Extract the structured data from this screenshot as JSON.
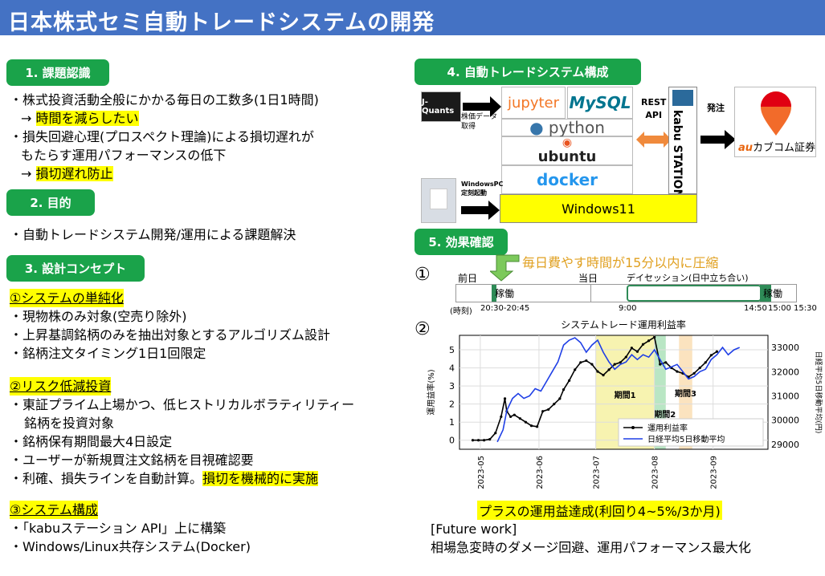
{
  "title": "日本株式セミ自動トレードシステムの開発",
  "sections": {
    "s1": "1. 課題認識",
    "s2": "2. 目的",
    "s3": "3. 設計コンセプト",
    "s4": "4. 自動トレードシステム構成",
    "s5": "5. 効果確認"
  },
  "issues": {
    "l1": "・株式投資活動全般にかかる毎日の工数多(1日1時間)",
    "l2_arrow": "→ ",
    "l2_hl": "時間を減らしたい",
    "l3": "・損失回避心理(プロスペクト理論)による損切遅れが",
    "l4": "もたらす運用パフォーマンスの低下",
    "l5_arrow": "→ ",
    "l5_hl": "損切遅れ防止"
  },
  "purpose": "・自動トレードシステム開発/運用による課題解決",
  "concept": {
    "c1_title": "①システムの単純化",
    "c1_items": [
      "・現物株のみ対象(空売り除外)",
      "・上昇基調銘柄のみを抽出対象とするアルゴリズム設計",
      "・銘柄注文タイミング1日1回限定"
    ],
    "c2_title": "②リスク低減投資",
    "c2_items": [
      "・東証プライム上場かつ、低ヒストリカルボラティリティー",
      "銘柄を投資対象",
      "・銘柄保有期間最大4日設定",
      "・ユーザーが新規買注文銘柄を目視確認要"
    ],
    "c2_last_pre": "・利確、損失ラインを自動計算。",
    "c2_last_hl": "損切を機械的に実施",
    "c3_title": "③システム構成",
    "c3_items": [
      "・「kabuステーション API」上に構築",
      "・Windows/Linux共存システム(Docker)"
    ]
  },
  "architecture": {
    "jquants": "J-Quants",
    "price_data": "株価データ",
    "fetch": "取得",
    "jupyter": "jupyter",
    "mysql": "MySQL",
    "python": "python",
    "ubuntu": "ubuntu",
    "docker": "docker",
    "windows": "Windows11",
    "rest": "REST",
    "api": "API",
    "kabu": "kabu STATION",
    "order": "発注",
    "au": "au",
    "broker": "カブコム証券",
    "winpc1": "WindowsPC",
    "winpc2": "定刻起動"
  },
  "effect": {
    "circle1": "①",
    "circle2": "②",
    "compress": "毎日費やす時間が15分以内に圧縮",
    "prev_day": "前日",
    "today": "当日",
    "day_session": "デイセッション(日中立ち合い)",
    "active1": "稼働",
    "active2": "稼働",
    "time_label": "(時刻)",
    "t1": "20:30-20:45",
    "t2": "9:00",
    "t3": "14:50",
    "t4": "15:00",
    "t5": "15:30",
    "result": "プラスの運用益達成(利回り4~5%/3か月)"
  },
  "future": {
    "title": "[Future work]",
    "text": "相場急変時のダメージ回避、運用パフォーマンス最大化"
  },
  "chart_data": {
    "type": "line",
    "title": "システムトレード運用利益率",
    "ylabel": "運用益率(%)",
    "y2label": "日経平均5日移動平均(円)",
    "ylim": [
      -0.5,
      5.8
    ],
    "y2lim": [
      28800,
      33500
    ],
    "yticks": [
      0,
      1,
      2,
      3,
      4,
      5
    ],
    "y2ticks": [
      29000,
      30000,
      31000,
      32000,
      33000
    ],
    "xlim": [
      "2023-04-20",
      "2023-09-30"
    ],
    "xticks": [
      "2023-05",
      "2023-06",
      "2023-07",
      "2023-08",
      "2023-09"
    ],
    "legend": [
      "運用利益率",
      "日経平均5日移動平均"
    ],
    "legend_position": "lower-right",
    "periods": [
      {
        "label": "期間1",
        "start": "2023-07-01",
        "end": "2023-08-01",
        "color": "#f7f3b0"
      },
      {
        "label": "期間2",
        "start": "2023-08-01",
        "end": "2023-08-07",
        "color": "#b9e6c4"
      },
      {
        "label": "期間3",
        "start": "2023-08-14",
        "end": "2023-08-21",
        "color": "#fbe3bf"
      }
    ],
    "series": [
      {
        "name": "運用利益率",
        "color": "#000000",
        "axis": "left",
        "marker": true,
        "points": [
          [
            "2023-04-27",
            0
          ],
          [
            "2023-04-30",
            0
          ],
          [
            "2023-05-03",
            0
          ],
          [
            "2023-05-06",
            0.05
          ],
          [
            "2023-05-09",
            0.4
          ],
          [
            "2023-05-12",
            1.3
          ],
          [
            "2023-05-14",
            2.3
          ],
          [
            "2023-05-15",
            1.6
          ],
          [
            "2023-05-17",
            1.3
          ],
          [
            "2023-05-19",
            1.4
          ],
          [
            "2023-05-22",
            1.2
          ],
          [
            "2023-05-25",
            1.0
          ],
          [
            "2023-05-28",
            0.8
          ],
          [
            "2023-05-31",
            0.75
          ],
          [
            "2023-06-03",
            1.6
          ],
          [
            "2023-06-06",
            1.7
          ],
          [
            "2023-06-09",
            2.0
          ],
          [
            "2023-06-12",
            2.3
          ],
          [
            "2023-06-14",
            2.8
          ],
          [
            "2023-06-17",
            3.3
          ],
          [
            "2023-06-20",
            3.9
          ],
          [
            "2023-06-23",
            4.3
          ],
          [
            "2023-06-26",
            4.4
          ],
          [
            "2023-06-29",
            4.2
          ],
          [
            "2023-07-02",
            3.8
          ],
          [
            "2023-07-05",
            3.6
          ],
          [
            "2023-07-08",
            3.9
          ],
          [
            "2023-07-11",
            4.2
          ],
          [
            "2023-07-14",
            4.3
          ],
          [
            "2023-07-17",
            4.6
          ],
          [
            "2023-07-20",
            5.1
          ],
          [
            "2023-07-23",
            4.9
          ],
          [
            "2023-07-26",
            5.3
          ],
          [
            "2023-07-29",
            5.5
          ],
          [
            "2023-08-01",
            5.7
          ],
          [
            "2023-08-04",
            4.2
          ],
          [
            "2023-08-07",
            4.3
          ],
          [
            "2023-08-10",
            4.0
          ],
          [
            "2023-08-13",
            3.8
          ],
          [
            "2023-08-16",
            3.7
          ],
          [
            "2023-08-19",
            3.5
          ],
          [
            "2023-08-22",
            3.7
          ],
          [
            "2023-08-25",
            4.0
          ],
          [
            "2023-08-28",
            4.3
          ],
          [
            "2023-08-31",
            4.7
          ],
          [
            "2023-09-03",
            4.9
          ]
        ]
      },
      {
        "name": "日経平均5日移動平均",
        "color": "#1f3fe6",
        "axis": "right",
        "marker": false,
        "points": [
          [
            "2023-05-10",
            29100
          ],
          [
            "2023-05-13",
            29600
          ],
          [
            "2023-05-15",
            30400
          ],
          [
            "2023-05-18",
            30900
          ],
          [
            "2023-05-21",
            31100
          ],
          [
            "2023-05-24",
            30900
          ],
          [
            "2023-05-27",
            31000
          ],
          [
            "2023-05-30",
            31300
          ],
          [
            "2023-06-02",
            31200
          ],
          [
            "2023-06-05",
            31600
          ],
          [
            "2023-06-08",
            32000
          ],
          [
            "2023-06-11",
            32400
          ],
          [
            "2023-06-14",
            33100
          ],
          [
            "2023-06-17",
            33300
          ],
          [
            "2023-06-20",
            33400
          ],
          [
            "2023-06-23",
            33200
          ],
          [
            "2023-06-26",
            32800
          ],
          [
            "2023-06-29",
            33100
          ],
          [
            "2023-07-02",
            33300
          ],
          [
            "2023-07-05",
            32800
          ],
          [
            "2023-07-08",
            32400
          ],
          [
            "2023-07-11",
            32100
          ],
          [
            "2023-07-14",
            32300
          ],
          [
            "2023-07-17",
            32400
          ],
          [
            "2023-07-20",
            32700
          ],
          [
            "2023-07-23",
            32500
          ],
          [
            "2023-07-26",
            32700
          ],
          [
            "2023-07-29",
            32600
          ],
          [
            "2023-08-01",
            32900
          ],
          [
            "2023-08-04",
            32500
          ],
          [
            "2023-08-07",
            32100
          ],
          [
            "2023-08-10",
            32200
          ],
          [
            "2023-08-13",
            32300
          ],
          [
            "2023-08-16",
            32000
          ],
          [
            "2023-08-19",
            31700
          ],
          [
            "2023-08-22",
            31800
          ],
          [
            "2023-08-25",
            32000
          ],
          [
            "2023-08-28",
            32100
          ],
          [
            "2023-08-31",
            32500
          ],
          [
            "2023-09-03",
            32700
          ],
          [
            "2023-09-06",
            33000
          ],
          [
            "2023-09-09",
            32700
          ],
          [
            "2023-09-12",
            32900
          ],
          [
            "2023-09-15",
            33000
          ]
        ]
      }
    ]
  },
  "colors": {
    "banner": "#4472c4",
    "section": "#1aa34a",
    "highlight": "#ffff00",
    "orange": "#f08a3c",
    "timeline_green": "#2e8b57"
  }
}
